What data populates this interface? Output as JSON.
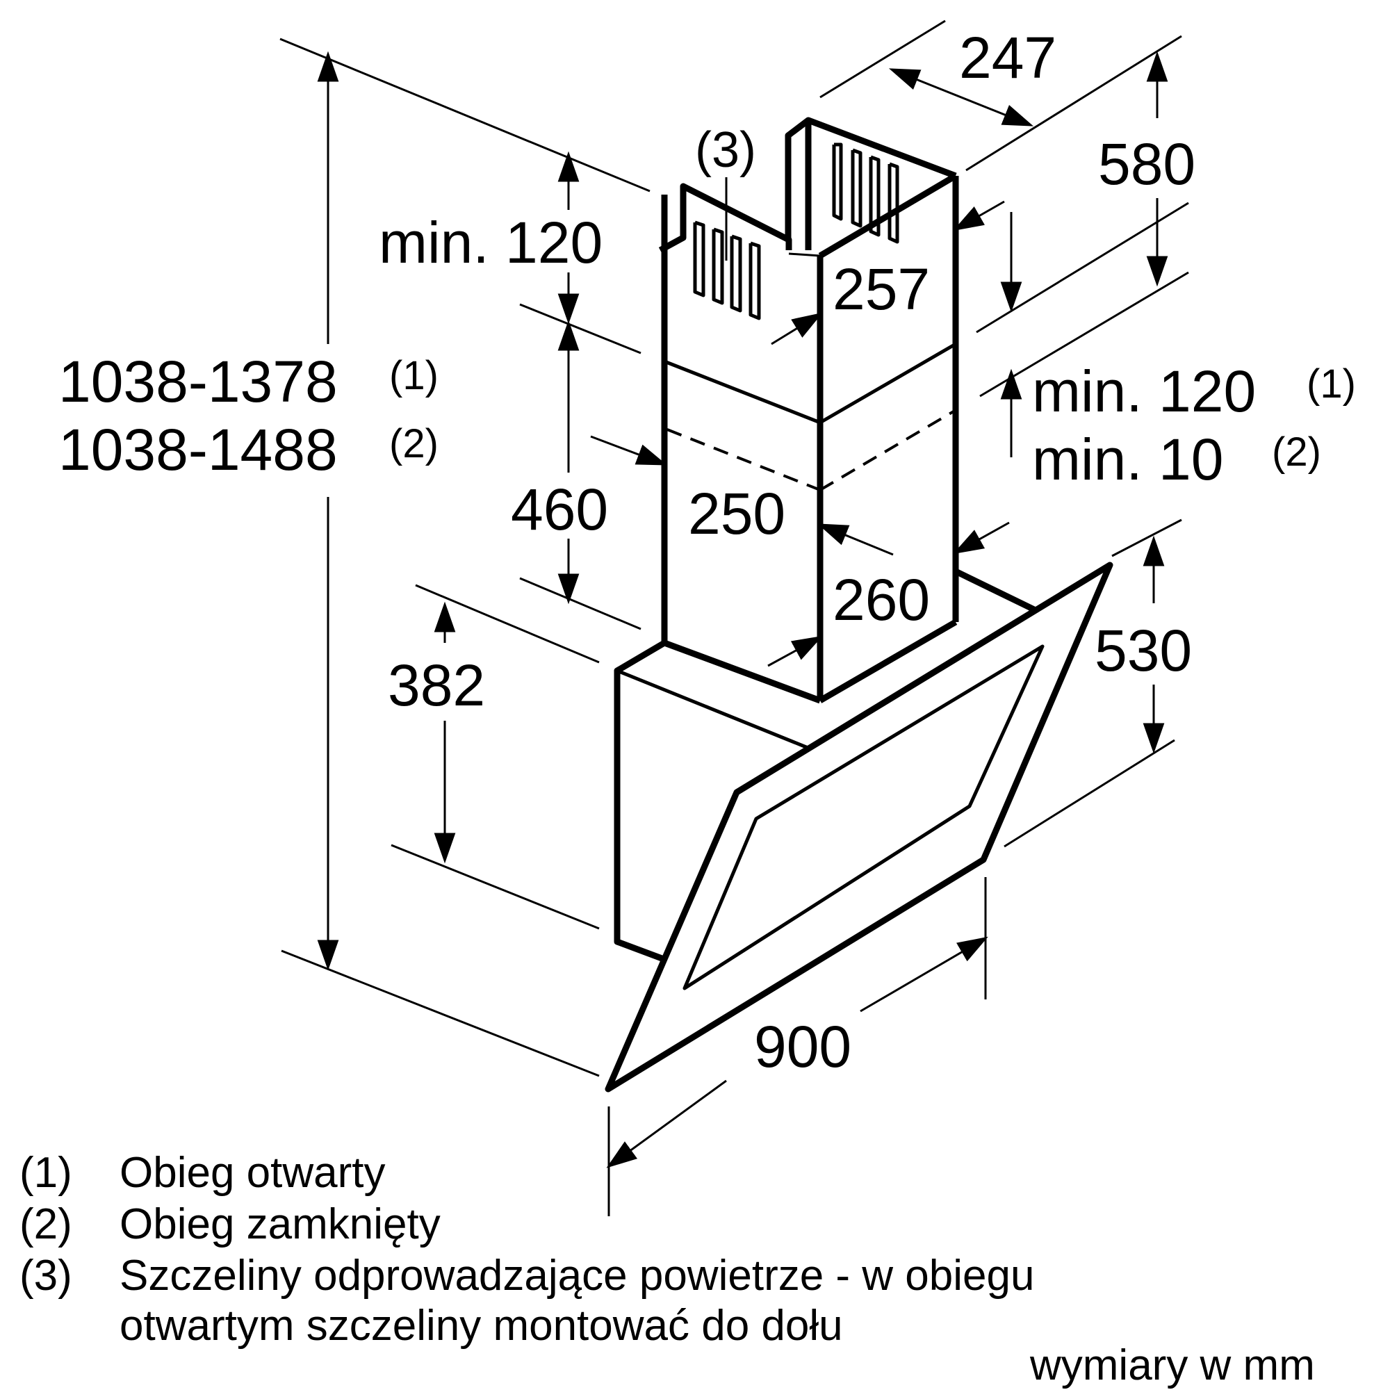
{
  "dimensions": {
    "d247": "247",
    "d580": "580",
    "d3": "(3)",
    "min120": "min. 120",
    "d257": "257",
    "range1": "1038-1378",
    "range1_sup": "(1)",
    "range2": "1038-1488",
    "range2_sup": "(2)",
    "min120b": "min. 120",
    "min120b_sup": "(1)",
    "min10": "min. 10",
    "min10_sup": "(2)",
    "d460": "460",
    "d250": "250",
    "d260": "260",
    "d530": "530",
    "d382": "382",
    "d900": "900"
  },
  "legend": [
    {
      "key": "(1)",
      "text": "Obieg otwarty"
    },
    {
      "key": "(2)",
      "text": "Obieg zamknięty"
    },
    {
      "key": "(3)",
      "text": "Szczeliny odprowadzające powietrze - w obiegu"
    },
    {
      "key": "",
      "text": "otwartym szczeliny montować do dołu"
    }
  ],
  "units_note": "wymiary w mm"
}
